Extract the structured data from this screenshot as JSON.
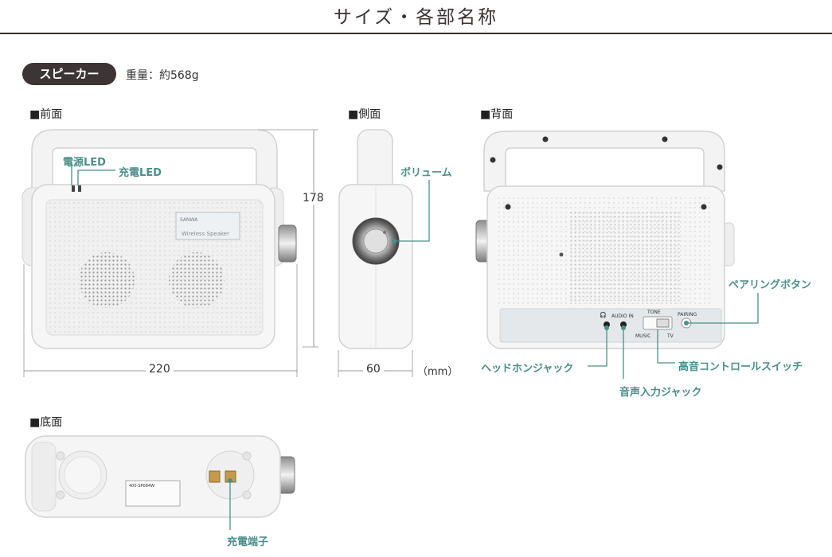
{
  "header": {
    "title": "サイズ・各部名称"
  },
  "product": {
    "badge": "スピーカー",
    "weight": "重量：約568g"
  },
  "views": {
    "front": "■前面",
    "side": "■側面",
    "back": "■背面",
    "bottom": "■底面"
  },
  "callouts": {
    "power_led": "電源LED",
    "charge_led": "充電LED",
    "volume": "ボリューム",
    "pairing_button": "ペアリングボタン",
    "tone_switch": "高音コントロールスイッチ",
    "headphone_jack": "ヘッドホンジャック",
    "audio_in_jack": "音声入力ジャック",
    "charge_terminal": "充電端子"
  },
  "dimensions": {
    "height": "178",
    "width": "220",
    "depth": "60",
    "unit": "（mm）"
  },
  "device_labels": {
    "brand": "SANWA",
    "model_text": "Wireless Speaker",
    "audio_in": "AUDIO IN",
    "tone": "TONE",
    "pairing": "PAIRING",
    "music": "MUSIC",
    "tv": "TV",
    "bottom_model": "400-SP084W"
  },
  "colors": {
    "accent": "#4a8f8a",
    "dark": "#3d3535",
    "device": "#f4f4f4",
    "outline": "#d6d6d6"
  }
}
